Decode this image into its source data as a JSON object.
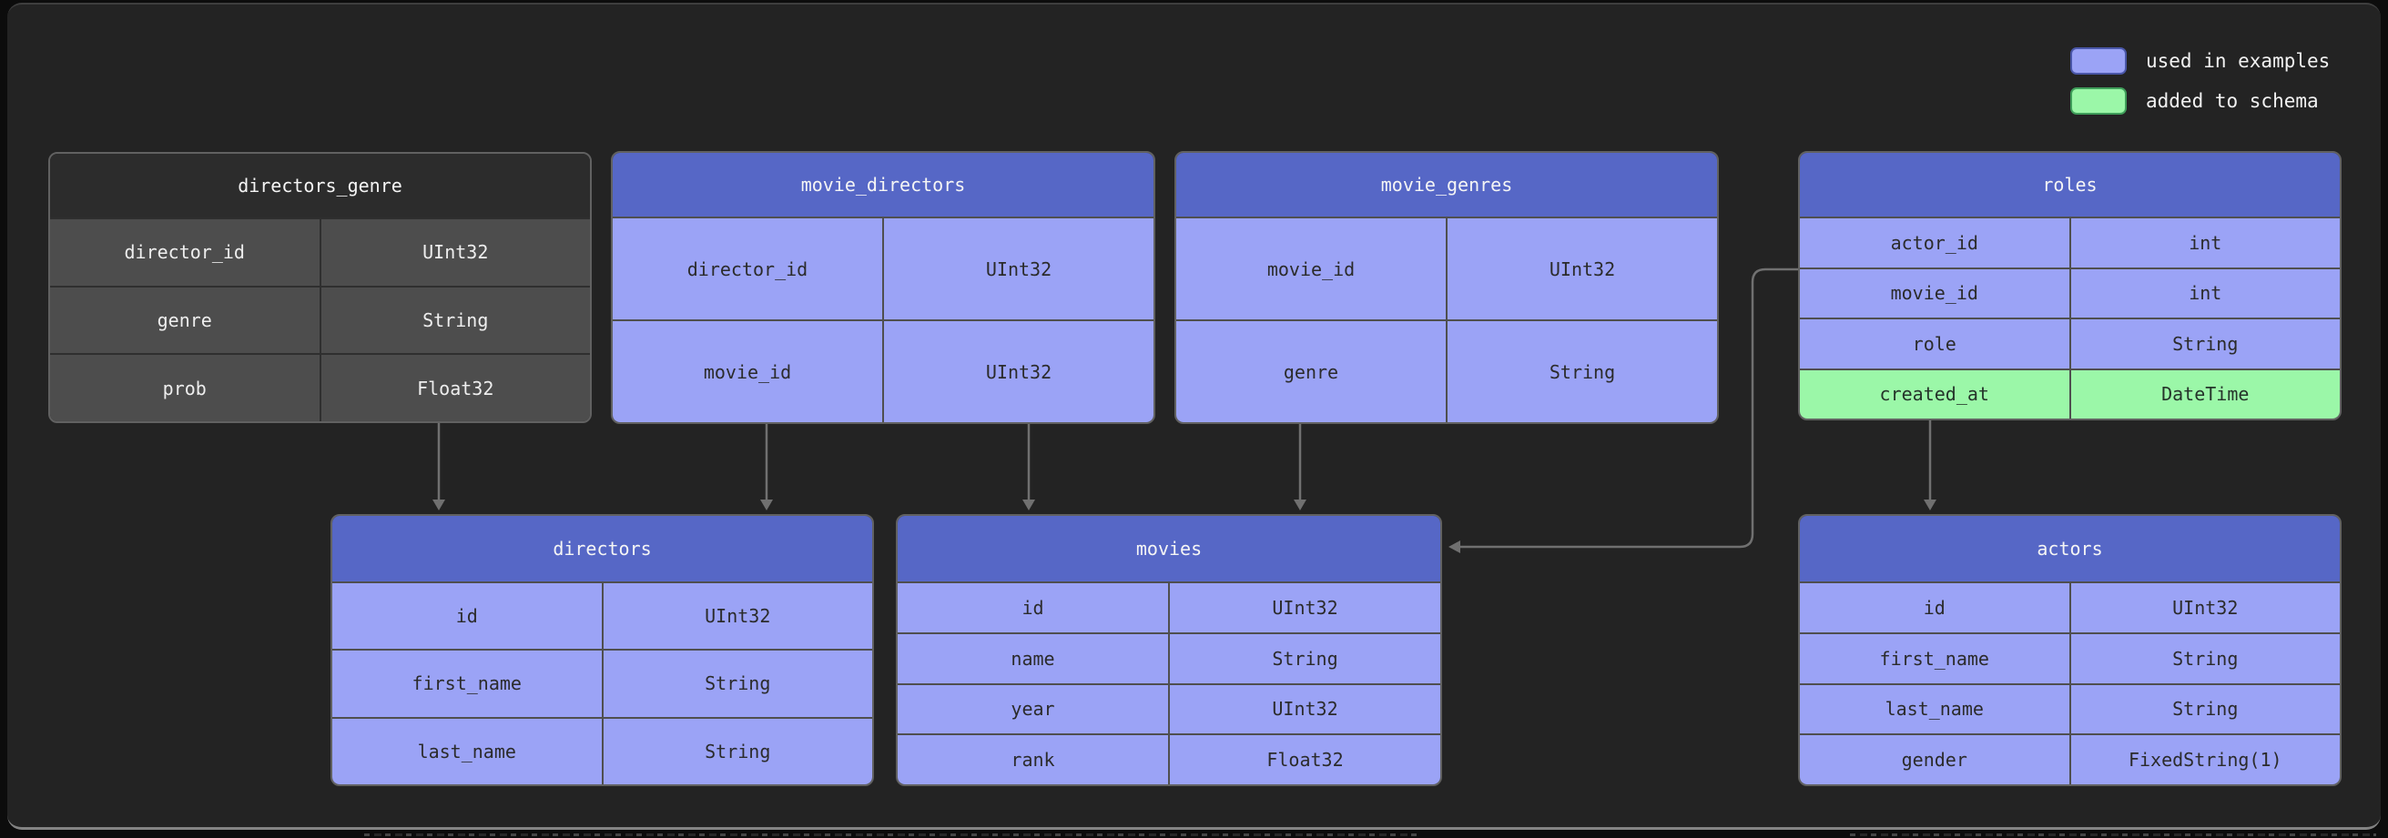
{
  "legend": {
    "items": [
      {
        "label": "used in examples",
        "color": "#9ba3f6"
      },
      {
        "label": "added to schema",
        "color": "#9bf7a8"
      }
    ]
  },
  "colors": {
    "used_in_examples_fill": "#9ba3f6",
    "added_to_schema_fill": "#9bf7a8",
    "table_header_blue": "#5667c6",
    "unhighlighted_table_header": "#2c2c2c",
    "unhighlighted_table_row": "#4d4d4d",
    "canvas_background": "#232323",
    "connector_gray": "#707070"
  },
  "tables": [
    {
      "title": "directors_genre",
      "style": "dark",
      "rows": [
        {
          "name": "director_id",
          "type": "UInt32"
        },
        {
          "name": "genre",
          "type": "String"
        },
        {
          "name": "prob",
          "type": "Float32"
        }
      ]
    },
    {
      "title": "movie_directors",
      "style": "used-in-examples",
      "rows": [
        {
          "name": "director_id",
          "type": "UInt32"
        },
        {
          "name": "movie_id",
          "type": "UInt32"
        }
      ]
    },
    {
      "title": "movie_genres",
      "style": "used-in-examples",
      "rows": [
        {
          "name": "movie_id",
          "type": "UInt32"
        },
        {
          "name": "genre",
          "type": "String"
        }
      ]
    },
    {
      "title": "roles",
      "style": "used-in-examples",
      "rows": [
        {
          "name": "actor_id",
          "type": "int"
        },
        {
          "name": "movie_id",
          "type": "int"
        },
        {
          "name": "role",
          "type": "String"
        },
        {
          "name": "created_at",
          "type": "DateTime",
          "highlight": "added to schema"
        }
      ]
    },
    {
      "title": "directors",
      "style": "used-in-examples",
      "rows": [
        {
          "name": "id",
          "type": "UInt32"
        },
        {
          "name": "first_name",
          "type": "String"
        },
        {
          "name": "last_name",
          "type": "String"
        }
      ]
    },
    {
      "title": "movies",
      "style": "used-in-examples",
      "rows": [
        {
          "name": "id",
          "type": "UInt32"
        },
        {
          "name": "name",
          "type": "String"
        },
        {
          "name": "year",
          "type": "UInt32"
        },
        {
          "name": "rank",
          "type": "Float32"
        }
      ]
    },
    {
      "title": "actors",
      "style": "used-in-examples",
      "rows": [
        {
          "name": "id",
          "type": "UInt32"
        },
        {
          "name": "first_name",
          "type": "String"
        },
        {
          "name": "last_name",
          "type": "String"
        },
        {
          "name": "gender",
          "type": "FixedString(1)"
        }
      ]
    }
  ],
  "connections": [
    {
      "from": "directors_genre",
      "to": "directors"
    },
    {
      "from": "movie_directors",
      "to": "directors"
    },
    {
      "from": "movie_directors",
      "to": "movies"
    },
    {
      "from": "movie_genres",
      "to": "movies"
    },
    {
      "from": "roles",
      "to": "movies"
    },
    {
      "from": "roles",
      "to": "actors"
    }
  ]
}
